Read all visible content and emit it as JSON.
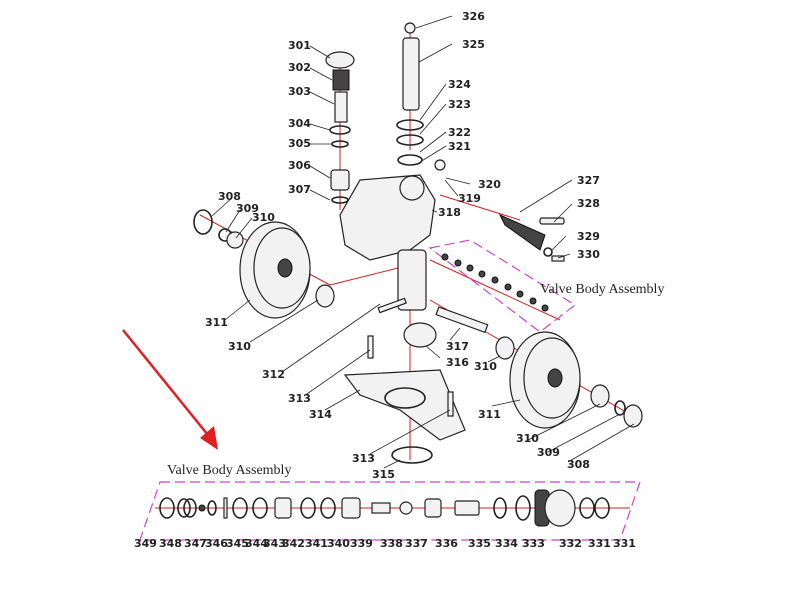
{
  "diagram": {
    "assembly_labels": {
      "upper": "Valve Body Assembly",
      "lower": "Valve Body Assembly"
    },
    "part_numbers": {
      "p326": "326",
      "p325": "325",
      "p324": "324",
      "p323": "323",
      "p322": "322",
      "p321": "321",
      "p320": "320",
      "p319": "319",
      "p318": "318",
      "p301": "301",
      "p302": "302",
      "p303": "303",
      "p304": "304",
      "p305": "305",
      "p306": "306",
      "p307": "307",
      "p308a": "308",
      "p309a": "309",
      "p310a": "310",
      "p311a": "311",
      "p310b": "310",
      "p327": "327",
      "p328": "328",
      "p329": "329",
      "p330": "330",
      "p312": "312",
      "p313": "313",
      "p314": "314",
      "p316": "316",
      "p317": "317",
      "p310c": "310",
      "p311b": "311",
      "p310d": "310",
      "p309b": "309",
      "p308b": "308",
      "p315": "315",
      "p313b": "313",
      "row": [
        "349",
        "348",
        "347",
        "346",
        "345",
        "344",
        "343",
        "342",
        "341",
        "340",
        "339",
        "338",
        "337",
        "336",
        "335",
        "334",
        "333",
        "332",
        "331",
        "331"
      ]
    },
    "colors": {
      "axis": "#d02020",
      "arrow": "#e02020",
      "assembly_outline": "#cc44cc"
    }
  }
}
